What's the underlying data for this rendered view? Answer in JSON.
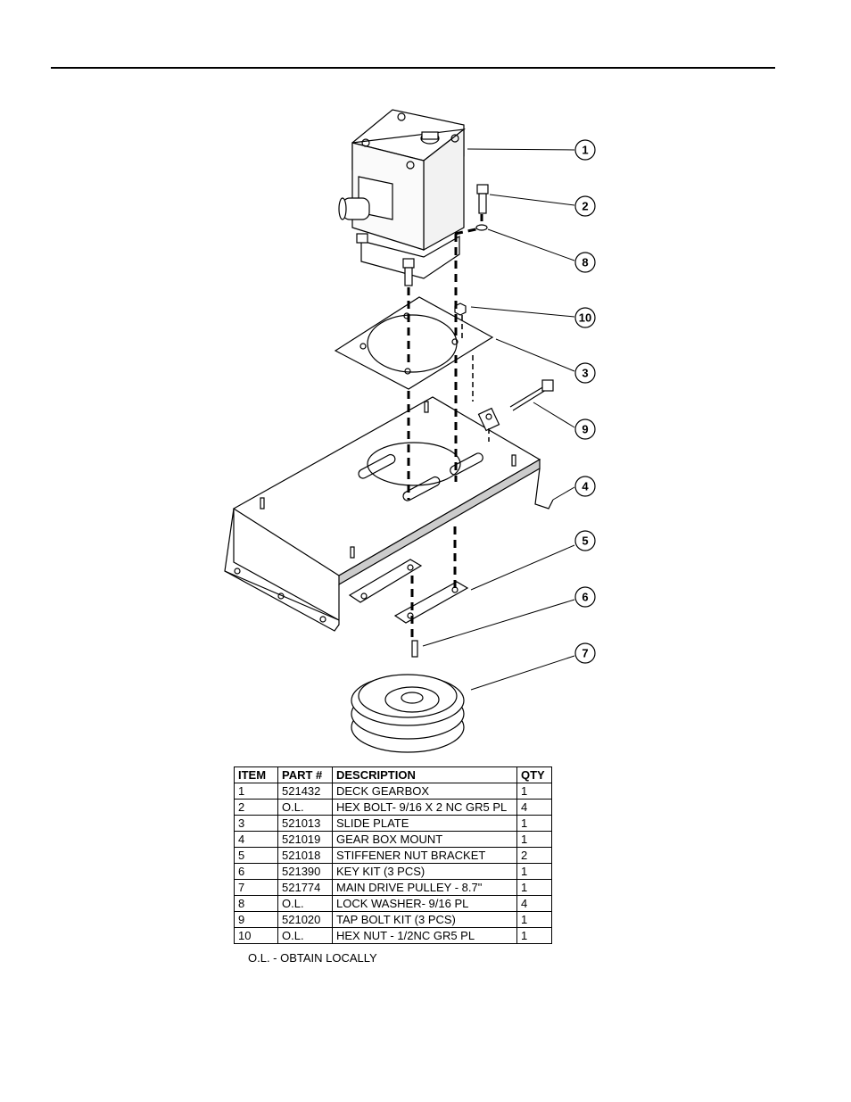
{
  "balloons": [
    "1",
    "2",
    "8",
    "10",
    "3",
    "9",
    "4",
    "5",
    "6",
    "7"
  ],
  "table": {
    "headers": [
      "ITEM",
      "PART #",
      "DESCRIPTION",
      "QTY"
    ],
    "rows": [
      [
        "1",
        "521432",
        "DECK GEARBOX",
        "1"
      ],
      [
        "2",
        "O.L.",
        "HEX BOLT- 9/16 X 2 NC GR5 PL",
        "4"
      ],
      [
        "3",
        "521013",
        "SLIDE PLATE",
        "1"
      ],
      [
        "4",
        "521019",
        "GEAR BOX MOUNT",
        "1"
      ],
      [
        "5",
        "521018",
        "STIFFENER NUT BRACKET",
        "2"
      ],
      [
        "6",
        "521390",
        "KEY KIT (3 PCS)",
        "1"
      ],
      [
        "7",
        "521774",
        "MAIN DRIVE PULLEY - 8.7\"",
        "1"
      ],
      [
        "8",
        "O.L.",
        "LOCK WASHER- 9/16 PL",
        "4"
      ],
      [
        "9",
        "521020",
        "TAP BOLT KIT (3 PCS)",
        "1"
      ],
      [
        "10",
        "O.L.",
        "HEX NUT - 1/2NC GR5 PL",
        "1"
      ]
    ]
  },
  "footnote": "O.L. - OBTAIN LOCALLY"
}
